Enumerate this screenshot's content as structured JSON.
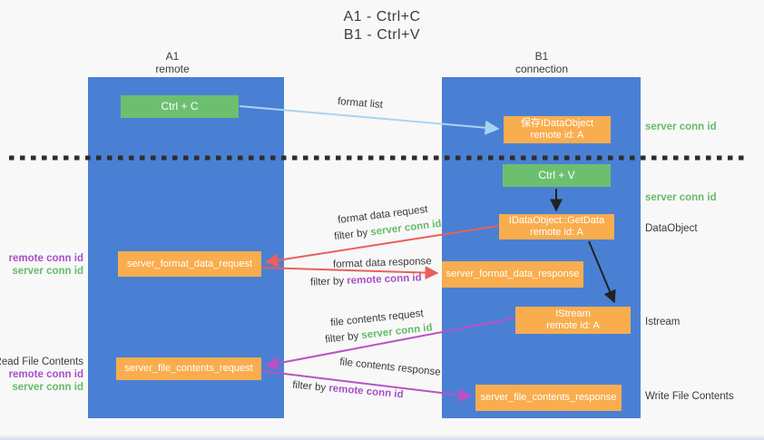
{
  "title": {
    "line1": "A1 - Ctrl+C",
    "line2": "B1 - Ctrl+V"
  },
  "lanes": {
    "left": {
      "name": "A1",
      "role": "remote"
    },
    "right": {
      "name": "B1",
      "role": "connection"
    }
  },
  "nodes": {
    "ctrl_c": {
      "label": "Ctrl + C"
    },
    "ctrl_v": {
      "label": "Ctrl + V"
    },
    "save_dataobject": {
      "line1": "保存IDataObject",
      "line2": "remote id: A"
    },
    "getdata": {
      "line1": "IDataObject::GetData",
      "line2": "remote id: A"
    },
    "istream": {
      "line1": "IStream",
      "line2": "remote id: A"
    },
    "server_format_data_request": {
      "label": "server_format_data_request"
    },
    "server_format_data_response": {
      "label": "server_format_data_response"
    },
    "server_file_contents_request": {
      "label": "server_file_contents_request"
    },
    "server_file_contents_response": {
      "label": "server_file_contents_response"
    }
  },
  "flows": {
    "format_list": "format list",
    "format_data_request": "format data request",
    "format_data_response": "format data response",
    "file_contents_request": "file contents request",
    "file_contents_response": "file contents response",
    "filter_by": "filter by ",
    "server_conn_id": "server conn id",
    "remote_conn_id": "remote conn id"
  },
  "side_labels": {
    "server_conn_id_top": "server conn id",
    "server_conn_id_mid": "server conn id",
    "dataobject": "DataObject",
    "istream": "Istream",
    "write_file_contents": "Write File Contents",
    "read_file_contents": "Read File Contents",
    "remote_conn_id": "remote conn id",
    "server_conn_id": "server conn id"
  },
  "colors": {
    "lane_blue": "#4a80d4",
    "node_orange": "#f9ad4e",
    "node_green": "#6dbf70",
    "green_text": "#66bb6a",
    "purple_text": "#aa4fc7",
    "red_arrow": "#e8605d",
    "purple_arrow": "#ba51c5",
    "blue_arrow": "#a9d4f1",
    "black_arrow": "#222222"
  }
}
